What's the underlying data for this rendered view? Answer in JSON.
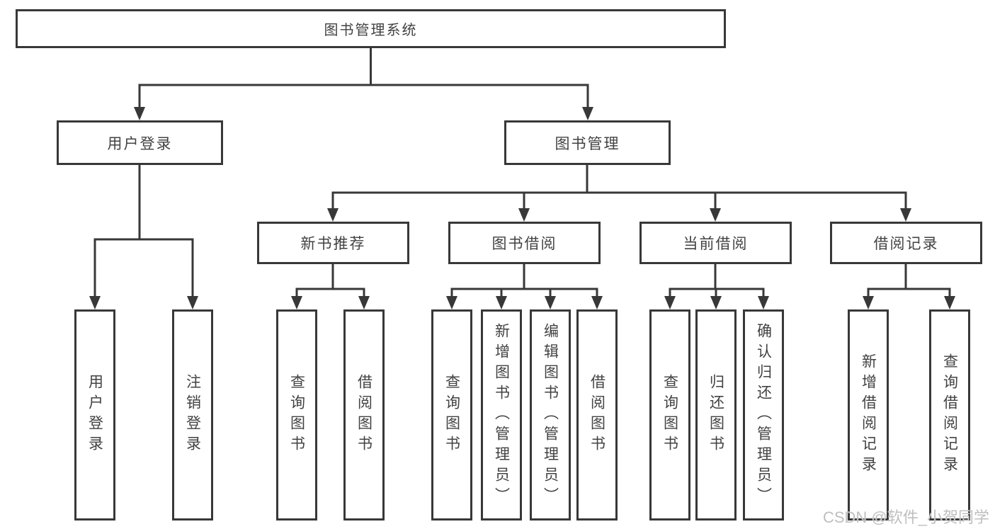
{
  "diagram": {
    "root": {
      "label": "图书管理系统"
    },
    "user_login": {
      "label": "用户登录",
      "children": [
        {
          "label": "用户登录"
        },
        {
          "label": "注销登录"
        }
      ]
    },
    "book_management": {
      "label": "图书管理",
      "sections": [
        {
          "label": "新书推荐",
          "children": [
            {
              "label": "查询图书"
            },
            {
              "label": "借阅图书"
            }
          ]
        },
        {
          "label": "图书借阅",
          "children": [
            {
              "label": "查询图书"
            },
            {
              "label": "新增图书（管理员）"
            },
            {
              "label": "编辑图书（管理员）"
            },
            {
              "label": "借阅图书"
            }
          ]
        },
        {
          "label": "当前借阅",
          "children": [
            {
              "label": "查询图书"
            },
            {
              "label": "归还图书"
            },
            {
              "label": "确认归还（管理员）"
            }
          ]
        },
        {
          "label": "借阅记录",
          "children": [
            {
              "label": "新增借阅记录"
            },
            {
              "label": "查询借阅记录"
            }
          ]
        }
      ]
    },
    "watermark": "CSDN @软件_小贺同学",
    "colors": {
      "line": "#383838",
      "text": "#424242",
      "watermark": "#bfbfbf",
      "background": "#ffffff"
    }
  }
}
